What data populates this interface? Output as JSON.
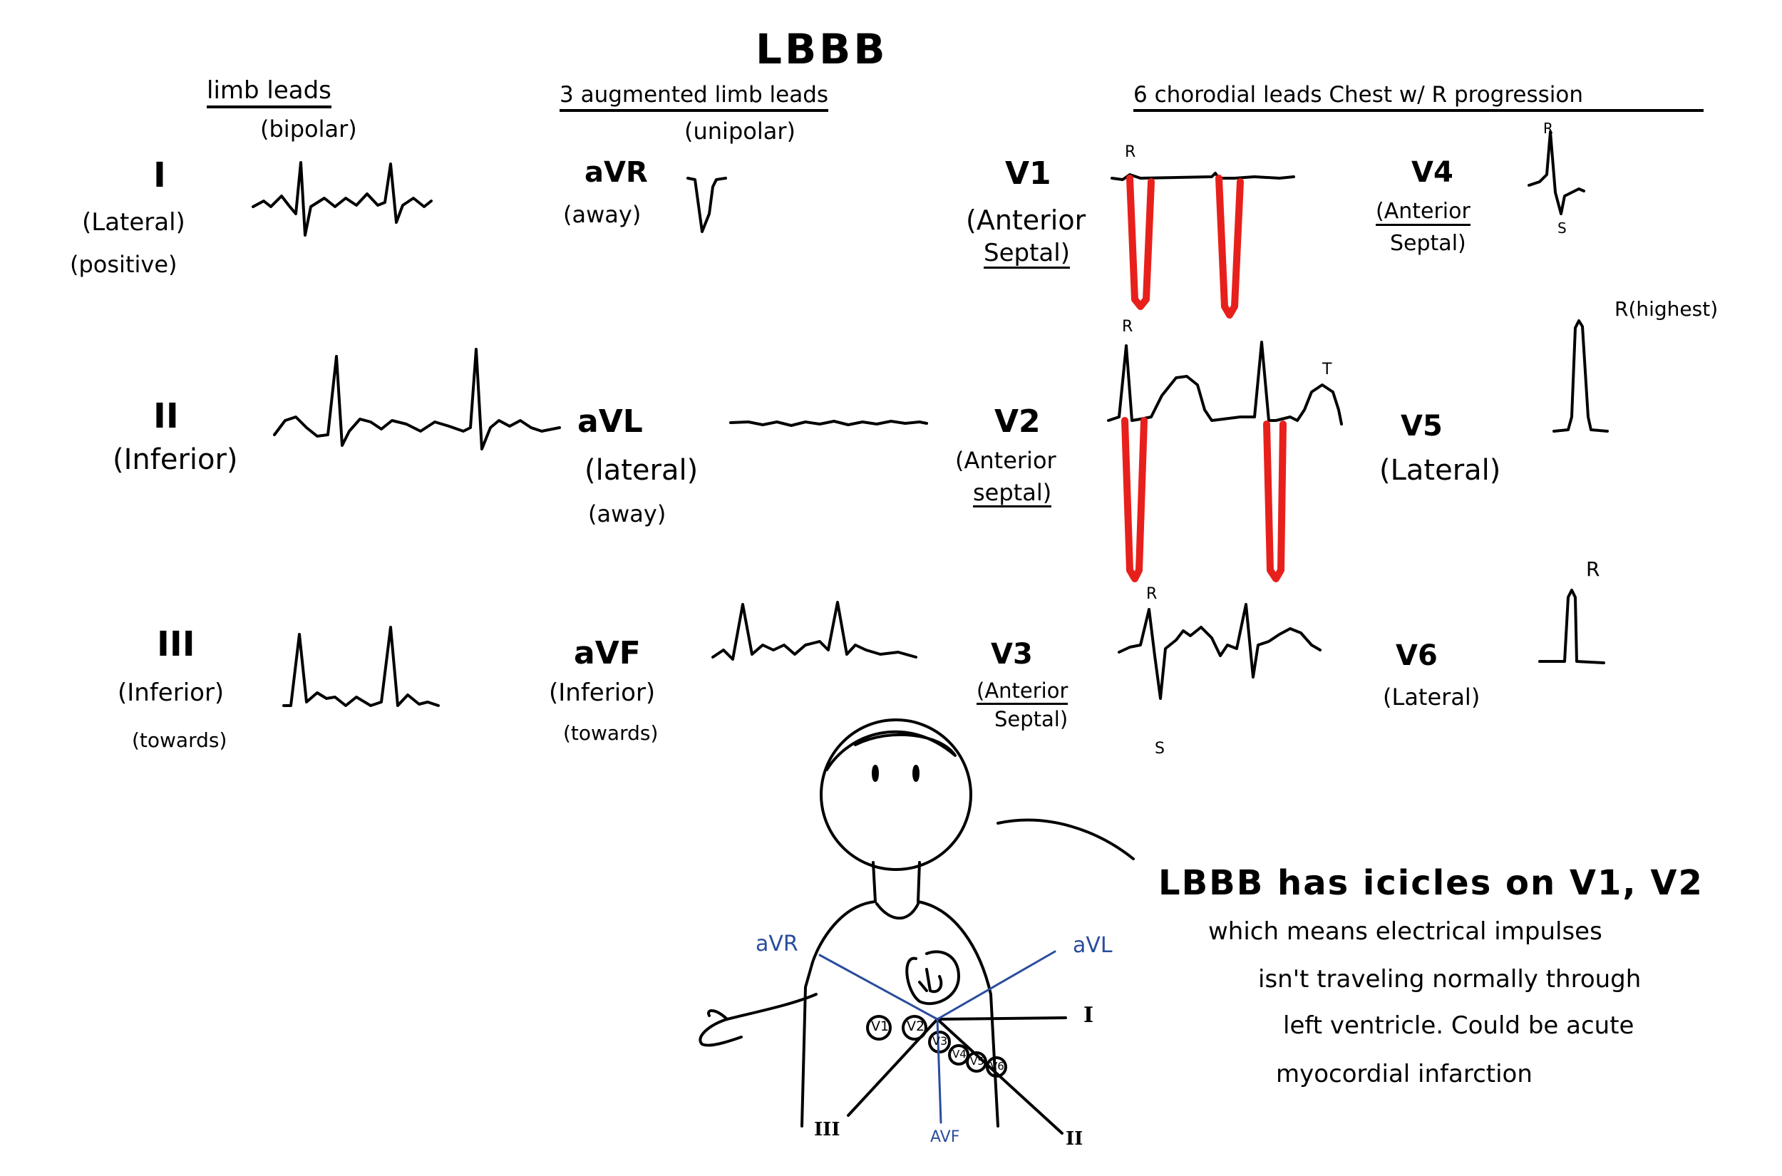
{
  "title": "LBBB",
  "columns": {
    "limb": {
      "header": "limb leads",
      "sub": "(bipolar)"
    },
    "augmented": {
      "header": "3 augmented limb leads",
      "sub": "(unipolar)"
    },
    "chest": {
      "header": "6 chorodial leads Chest w/ R progression"
    }
  },
  "limb_leads": [
    {
      "name": "I",
      "desc": "(Lateral)",
      "extra": "(positive)"
    },
    {
      "name": "II",
      "desc": "(Inferior)"
    },
    {
      "name": "III",
      "desc": "(Inferior)",
      "extra": "(towards)"
    }
  ],
  "augmented_leads": [
    {
      "name": "aVR",
      "desc": "(away)"
    },
    {
      "name": "aVL",
      "desc": "(lateral)",
      "extra": "(away)"
    },
    {
      "name": "aVF",
      "desc": "(Inferior)",
      "extra": "(towards)"
    }
  ],
  "chest_leads": [
    {
      "name": "V1",
      "desc1": "(Anterior",
      "desc2": "Septal)"
    },
    {
      "name": "V2",
      "desc1": "(Anterior",
      "desc2": "septal)"
    },
    {
      "name": "V3",
      "desc1": "(Anterior",
      "desc2": "Septal)"
    },
    {
      "name": "V4",
      "desc1": "(Anterior",
      "desc2": "Septal)"
    },
    {
      "name": "V5",
      "desc1": "(Lateral)"
    },
    {
      "name": "V6",
      "desc1": "(Lateral)"
    }
  ],
  "wave_labels": {
    "v1_r": "R",
    "v2_r": "R",
    "v2_t": "T",
    "v3_r": "R",
    "v3_s": "S",
    "v4_r": "R",
    "v4_s": "S",
    "v5_r": "R(highest)",
    "v6_r": "R"
  },
  "body_diagram": {
    "electrodes": [
      "V1",
      "V2",
      "V3",
      "V4",
      "V5",
      "V6"
    ],
    "axis_labels": {
      "avr": "aVR",
      "avl": "aVL",
      "avf": "AVF",
      "i": "I",
      "ii": "II",
      "iii": "III"
    }
  },
  "note": {
    "title": "LBBB has icicles on V1, V2",
    "lines": [
      "which means electrical impulses",
      "isn't traveling normally through",
      "left ventricle. Could be acute",
      "myocordial infarction"
    ]
  },
  "colors": {
    "ink": "#000000",
    "icicle_red": "#e8201c",
    "axis_blue": "#2a4d9c"
  }
}
